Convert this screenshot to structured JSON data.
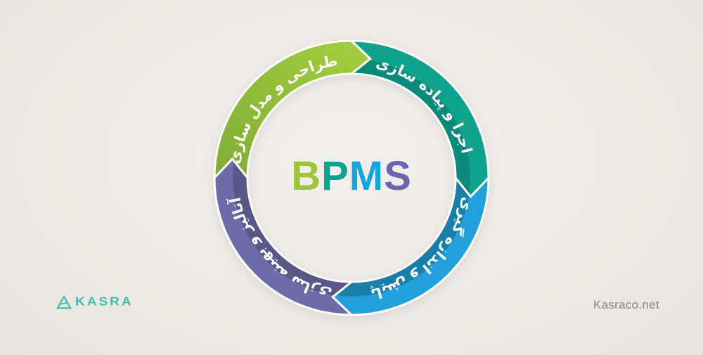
{
  "page": {
    "bg_center": "#f1eeeb",
    "bg_mid": "#ebe7e3",
    "bg_edge": "#e2dedb"
  },
  "diagram": {
    "type": "circular-process-cycle",
    "flow_direction": "clockwise",
    "center_title": "BPMS",
    "center_letters": [
      {
        "char": "B",
        "color": "#9DC53C"
      },
      {
        "char": "P",
        "color": "#0AA48C"
      },
      {
        "char": "M",
        "color": "#15A7DB"
      },
      {
        "char": "S",
        "color": "#6D66AB"
      }
    ],
    "label_color": "#FFFFFF",
    "segments": [
      {
        "id": "design",
        "position": "top-left",
        "label": "طراحی و مدل سازی",
        "color_light": "#A4CD3C",
        "color_dark": "#7CA836"
      },
      {
        "id": "implement",
        "position": "top-right",
        "label": "اجرا و پیاده سازی",
        "color_light": "#10A38C",
        "color_dark": "#0A8A78"
      },
      {
        "id": "monitor",
        "position": "bottom-right",
        "label": "پایش و اندازه گیری",
        "color_light": "#21A0DB",
        "color_dark": "#197FA8"
      },
      {
        "id": "optimize",
        "position": "bottom-left",
        "label": "آنالیز و بهینه سازی",
        "color_light": "#6F6BA9",
        "color_dark": "#5A5687"
      }
    ]
  },
  "footer": {
    "brand": "KASRA",
    "brand_color": "#3FBFAD",
    "website": "Kasraco.net",
    "website_color": "#8B8785"
  }
}
